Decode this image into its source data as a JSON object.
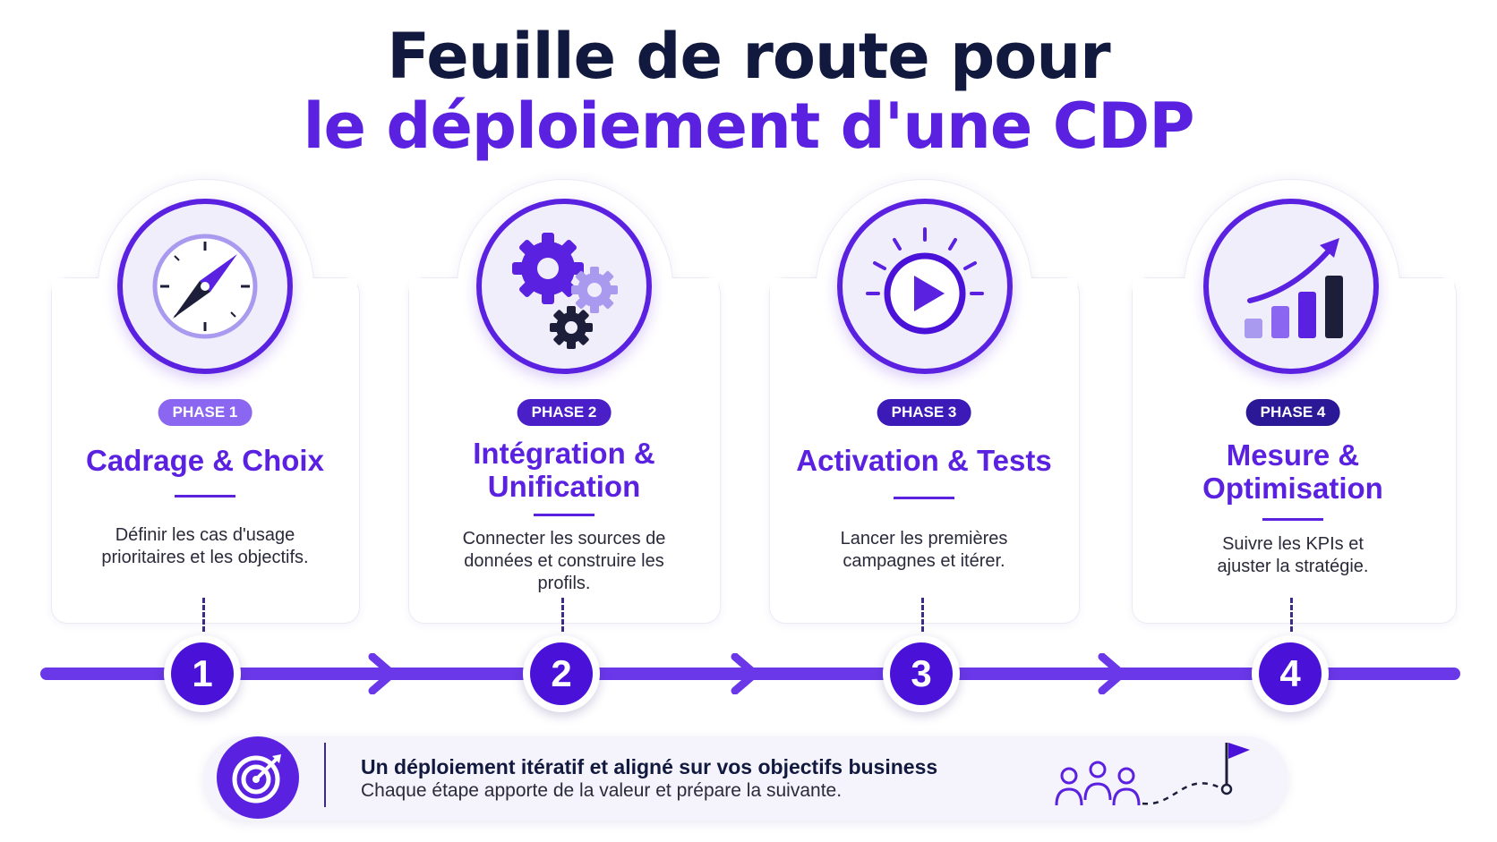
{
  "title": {
    "line1": "Feuille de route pour",
    "line2": "le déploiement d'une CDP"
  },
  "colors": {
    "navy": "#111a3e",
    "purple": "#5a22e0",
    "deep_purple": "#4a12d8",
    "lavender": "#a99af0",
    "track": "#6a38e8"
  },
  "phases": [
    {
      "badge": "PHASE 1",
      "title": "Cadrage & Choix",
      "description": "Définir les cas d'usage prioritaires et les objectifs.",
      "step": "1",
      "icon": "compass-icon",
      "badge_color": "#8b66f0"
    },
    {
      "badge": "PHASE 2",
      "title": "Intégration & Unification",
      "description": "Connecter les sources de données et construire les profils.",
      "step": "2",
      "icon": "gears-icon",
      "badge_color": "#4a1fc8"
    },
    {
      "badge": "PHASE 3",
      "title": "Activation & Tests",
      "description": "Lancer les premières campagnes et itérer.",
      "step": "3",
      "icon": "play-icon",
      "badge_color": "#3c1ab8"
    },
    {
      "badge": "PHASE 4",
      "title": "Mesure & Optimisation",
      "description": "Suivre les KPIs et ajuster la stratégie.",
      "step": "4",
      "icon": "growth-chart-icon",
      "badge_color": "#2b1896"
    }
  ],
  "footer": {
    "title": "Un déploiement itératif et aligné sur vos objectifs business",
    "subtitle": "Chaque étape apporte de la valeur et prépare la suivante.",
    "icon": "target-icon",
    "illustration": "team-path-flag-icon"
  }
}
